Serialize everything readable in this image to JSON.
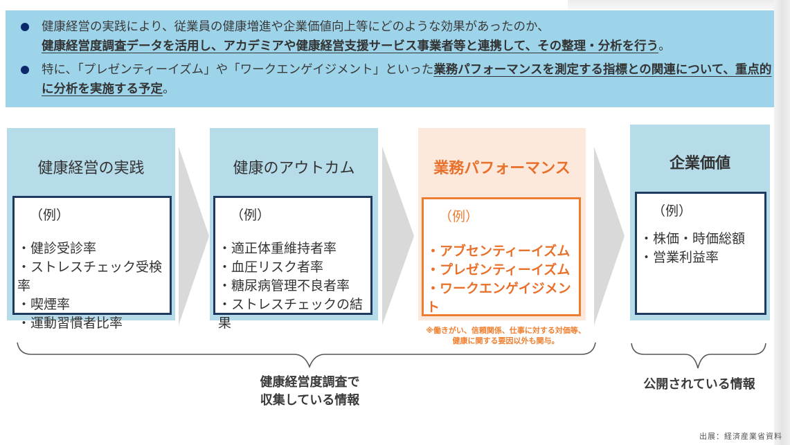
{
  "banner": {
    "bullets": [
      {
        "plain": "健康経営の実践により、従業員の健康増進や企業価値向上等にどのような効果があったのか、",
        "emphasis": "健康経営度調査データを活用し、アカデミアや健康経営支援サービス事業者等と連携して、その整理・分析を行う",
        "tail": "。"
      },
      {
        "plain": "特に、「プレゼンティーイズム」や「ワークエンゲイジメント」といった",
        "emphasis": "業務パフォーマンスを測定する指標との関連について、重点的に分析を実施する予定",
        "tail": "。"
      }
    ]
  },
  "columns": [
    {
      "title": "健康経営の実践",
      "example_label": "（例）",
      "items": [
        "・健診受診率",
        "・ストレスチェック受検率",
        "・喫煙率",
        "・運動習慣者比率"
      ]
    },
    {
      "title": "健康のアウトカム",
      "example_label": "（例）",
      "items": [
        "・適正体重維持者率",
        "・血圧リスク者率",
        "・糖尿病管理不良者率",
        "・ストレスチェックの結果"
      ]
    },
    {
      "title": "業務パフォーマンス",
      "example_label": "（例）",
      "items": [
        "・アブセンティーイズム",
        "・プレゼンティーイズム",
        "・ワークエンゲイジメント"
      ],
      "note": [
        "※働きがい、信頼関係、仕事に対する対価等、",
        "健康に関する要因以外も関与。"
      ]
    },
    {
      "title": "企業価値",
      "example_label": "（例）",
      "items": [
        "・株価・時価総額",
        "・営業利益率"
      ]
    }
  ],
  "groups": {
    "survey_label": [
      "健康経営度調査で",
      "収集している情報"
    ],
    "public_label": "公開されている情報"
  },
  "source": "出展：経済産業省資料",
  "colors": {
    "banner_bg": "#9dd4ea",
    "column_bg": "#b7dce9",
    "orange_bg": "#fde9dc",
    "orange_accent": "#ed7d31",
    "navy_border": "#1f3a5f",
    "bullet": "#0c2a6b",
    "arrow": "#d9d9d9"
  }
}
